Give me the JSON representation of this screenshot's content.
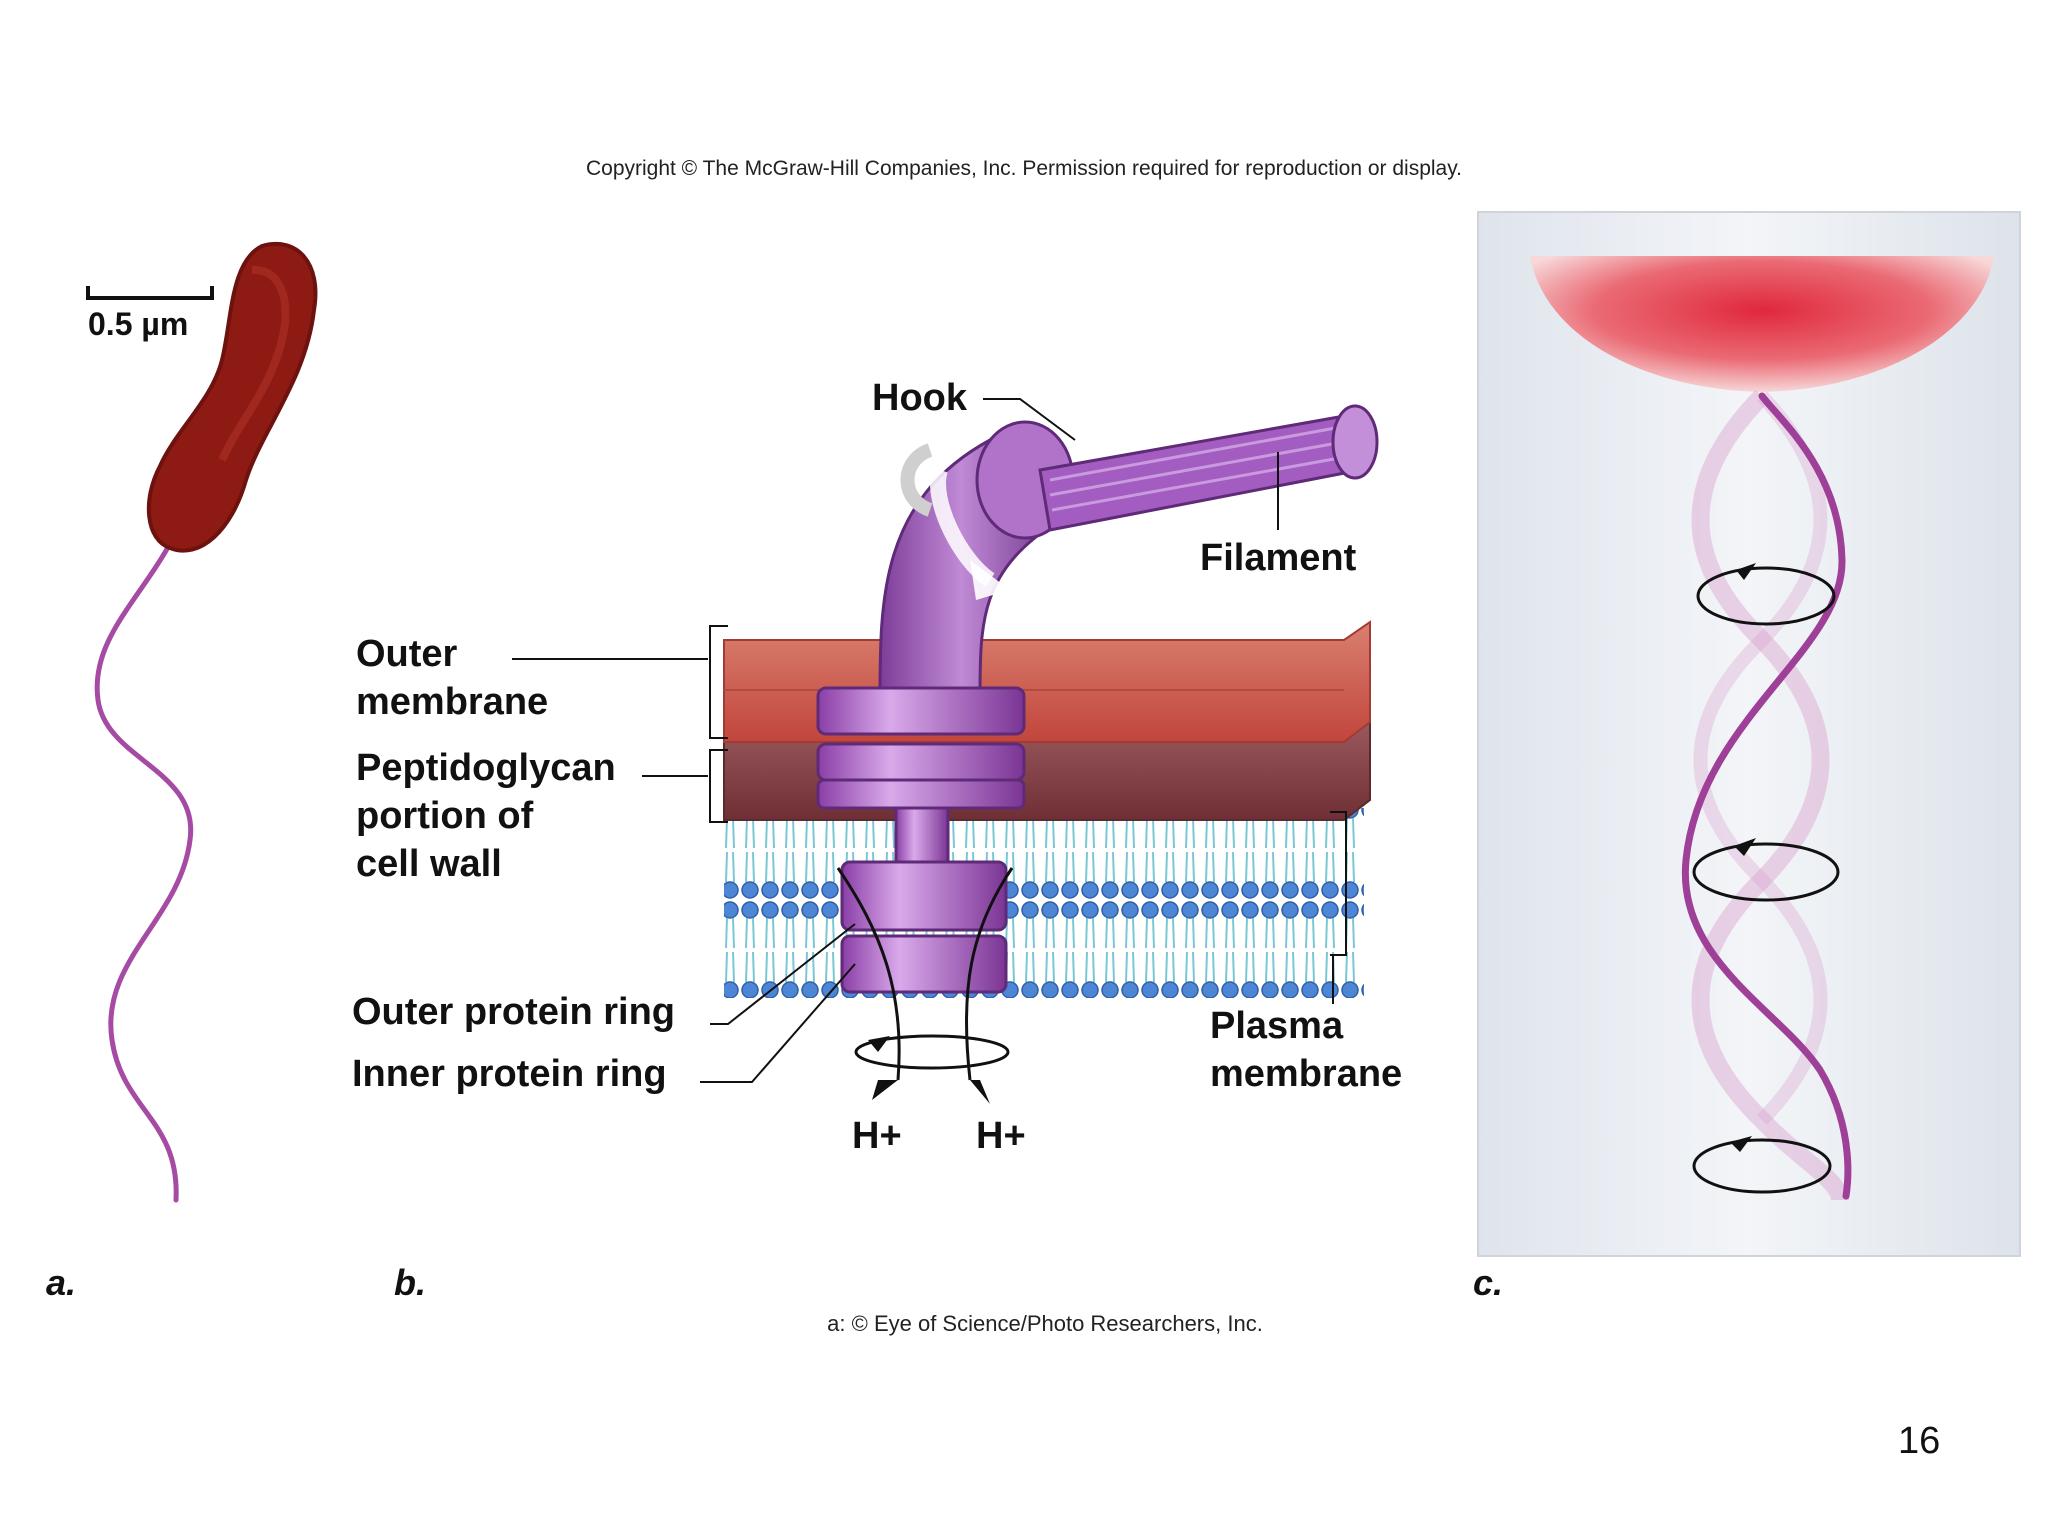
{
  "header": {
    "copyright": "Copyright © The McGraw-Hill Companies, Inc. Permission required for reproduction or display."
  },
  "panel_a": {
    "letter": "a.",
    "scale_bar_label": "0.5 µm"
  },
  "panel_b": {
    "letter": "b.",
    "labels": {
      "hook": "Hook",
      "filament": "Filament",
      "outer_membrane_1": "Outer",
      "outer_membrane_2": "membrane",
      "peptidoglycan_1": "Peptidoglycan",
      "peptidoglycan_2": "portion of",
      "peptidoglycan_3": "cell wall",
      "outer_protein_ring": "Outer protein ring",
      "inner_protein_ring": "Inner protein ring",
      "plasma_membrane_1": "Plasma",
      "plasma_membrane_2": "membrane",
      "proton_left": "H+",
      "proton_right": "H+"
    }
  },
  "panel_c": {
    "letter": "c."
  },
  "footer": {
    "credit": "a:  © Eye of Science/Photo Researchers, Inc.",
    "page_number": "16"
  },
  "colors": {
    "bacterium": "#8e1a14",
    "flagellum": "#a0459a",
    "motor_purple": "#9c5bb5",
    "outer_membrane": "#c86a5e",
    "peptidoglycan": "#8a4a4e",
    "plasma_membrane": "#5f95d8",
    "cell_c": "#e0454f"
  }
}
